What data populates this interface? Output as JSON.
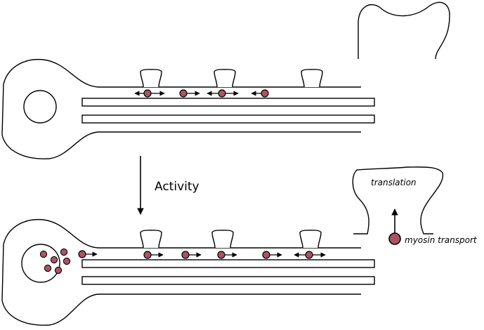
{
  "labels": {
    "activity": "Activity",
    "translation": "translation",
    "myosin_transport": "myosin transport"
  },
  "colors": {
    "particle_fill": "#a85465",
    "stroke": "#000000",
    "background": "#ffffff"
  },
  "icons": {
    "activity_arrow": "arrow-down-icon",
    "transport_arrow": "arrow-up-icon"
  }
}
